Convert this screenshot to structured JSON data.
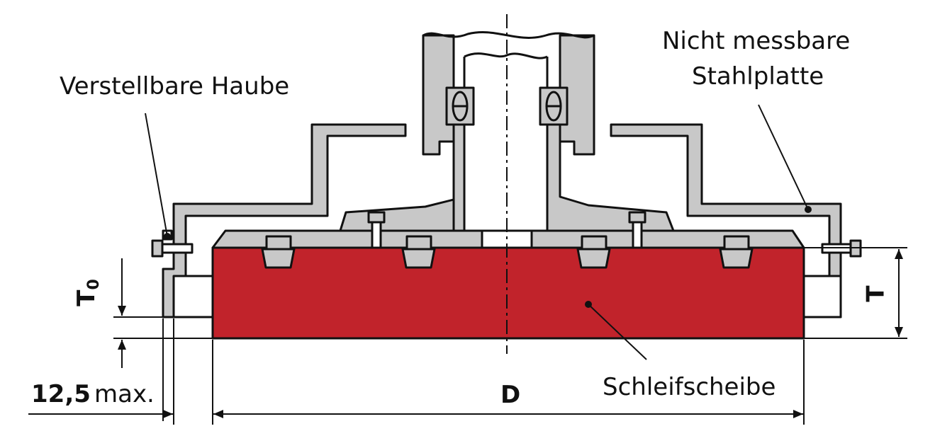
{
  "labels": {
    "hood": "Verstellbare Haube",
    "steel_plate_line1": "Nicht messbare",
    "steel_plate_line2": "Stahlplatte",
    "wheel": "Schleifscheibe"
  },
  "dimensions": {
    "d": "D",
    "t": "T",
    "t0_main": "T",
    "t0_sub": "0",
    "offset_value": "12,5",
    "offset_unit": "max."
  },
  "colors": {
    "steel": "#c8c8c8",
    "wheel": "#c1232b",
    "line": "#111111",
    "background": "#ffffff"
  }
}
